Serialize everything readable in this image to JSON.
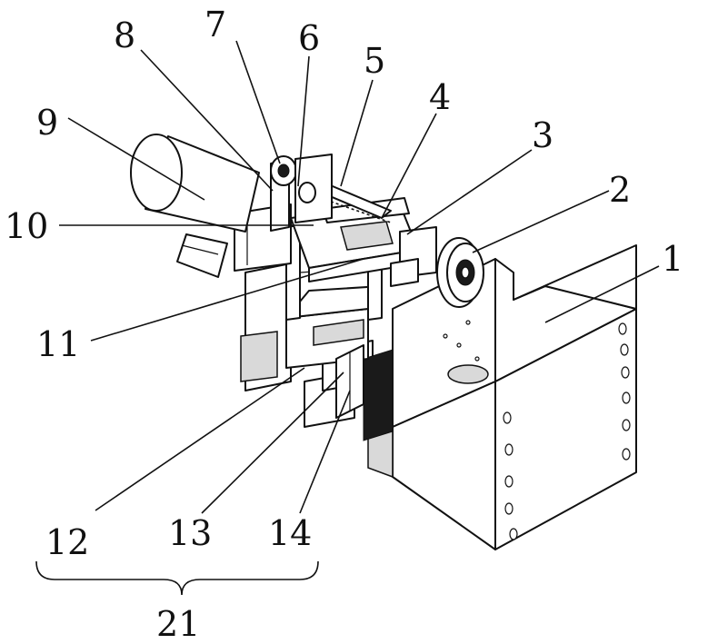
{
  "figure": {
    "callouts": {
      "n1": "1",
      "n2": "2",
      "n3": "3",
      "n4": "4",
      "n5": "5",
      "n6": "6",
      "n7": "7",
      "n8": "8",
      "n9": "9",
      "n10": "10",
      "n11": "11",
      "n12": "12",
      "n13": "13",
      "n14": "14",
      "n21": "21"
    }
  }
}
